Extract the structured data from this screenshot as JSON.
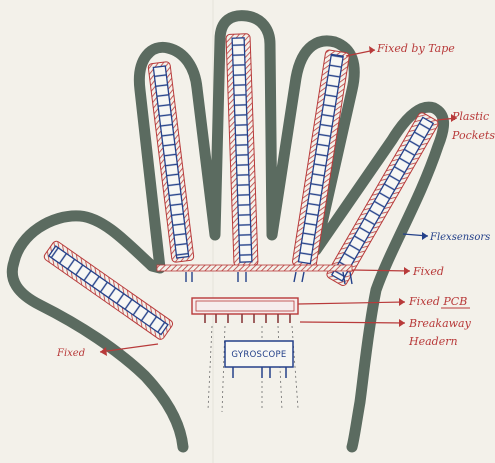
{
  "labels": {
    "fixed_by_tape": "Fixed by Tape",
    "plastic": "Plastic",
    "pockets": "Pockets",
    "flex_sensors": "Flexsensors",
    "fixed_top": "Fixed",
    "fixed_pcb": "Fixed PCB",
    "breakaway": "Breakaway",
    "header": "Headern",
    "fixed_thumb": "Fixed",
    "gyroscope": "GYROSCOPE"
  },
  "colors": {
    "paper": "#f3f1ea",
    "hand_outline": "#5b6b60",
    "red_ink": "#b83a3a",
    "blue_ink": "#24418a"
  }
}
